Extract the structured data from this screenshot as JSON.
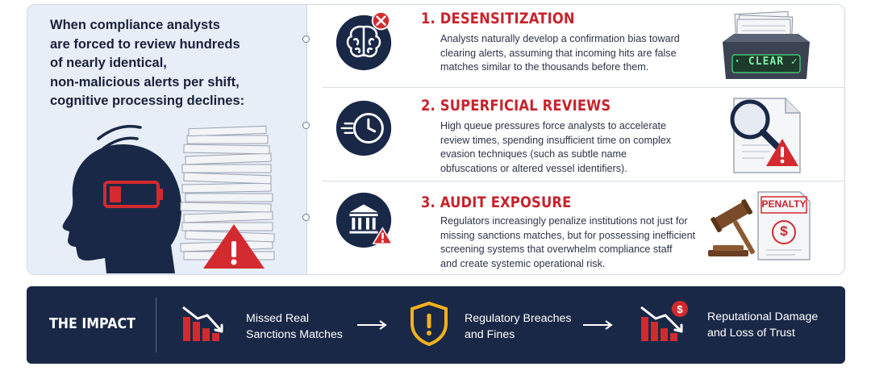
{
  "intro": {
    "lines": [
      "When compliance analysts",
      "are forced to review hundreds",
      "of nearly identical,",
      "non-malicious alerts per shift,",
      "cognitive processing declines:"
    ]
  },
  "items": [
    {
      "title": "1. DESENSITIZATION",
      "lines": [
        "Analysts naturally develop a confirmation bias toward",
        "clearing alerts, assuming that incoming hits are false",
        "matches similar to the thousands before them."
      ],
      "icon": "brain-icon",
      "illustration": "inbox-tray-icon",
      "illustration_label": "· CLEAR ✓"
    },
    {
      "title": "2. SUPERFICIAL REVIEWS",
      "lines": [
        "High queue pressures force analysts to accelerate",
        "review times, spending insufficient time on complex",
        "evasion techniques (such as subtle name",
        "obfuscations or altered vessel identifiers)."
      ],
      "icon": "fast-clock-icon",
      "illustration": "magnifier-document-icon"
    },
    {
      "title": "3. AUDIT EXPOSURE",
      "lines": [
        "Regulators increasingly penalize institutions not just for",
        "missing sanctions matches, but for possessing inefficient",
        "screening systems that overwhelm compliance staff",
        "and create systemic operational risk."
      ],
      "icon": "bank-warning-icon",
      "illustration": "gavel-penalty-icon",
      "illustration_label": "PENALTY",
      "illustration_symbol": "$"
    }
  ],
  "impact": {
    "label": "THE IMPACT",
    "steps": [
      {
        "lines": [
          "Missed Real",
          "Sanctions Matches"
        ],
        "icon": "declining-chart-icon"
      },
      {
        "lines": [
          "Regulatory Breaches",
          "and Fines"
        ],
        "icon": "shield-warning-icon"
      },
      {
        "lines": [
          "Reputational Damage",
          "and Loss of Trust"
        ],
        "icon": "declining-money-chart-icon"
      }
    ]
  },
  "colors": {
    "accent_red": "#c8232c",
    "navy": "#1a2847",
    "warning_yellow": "#f2b21c"
  }
}
